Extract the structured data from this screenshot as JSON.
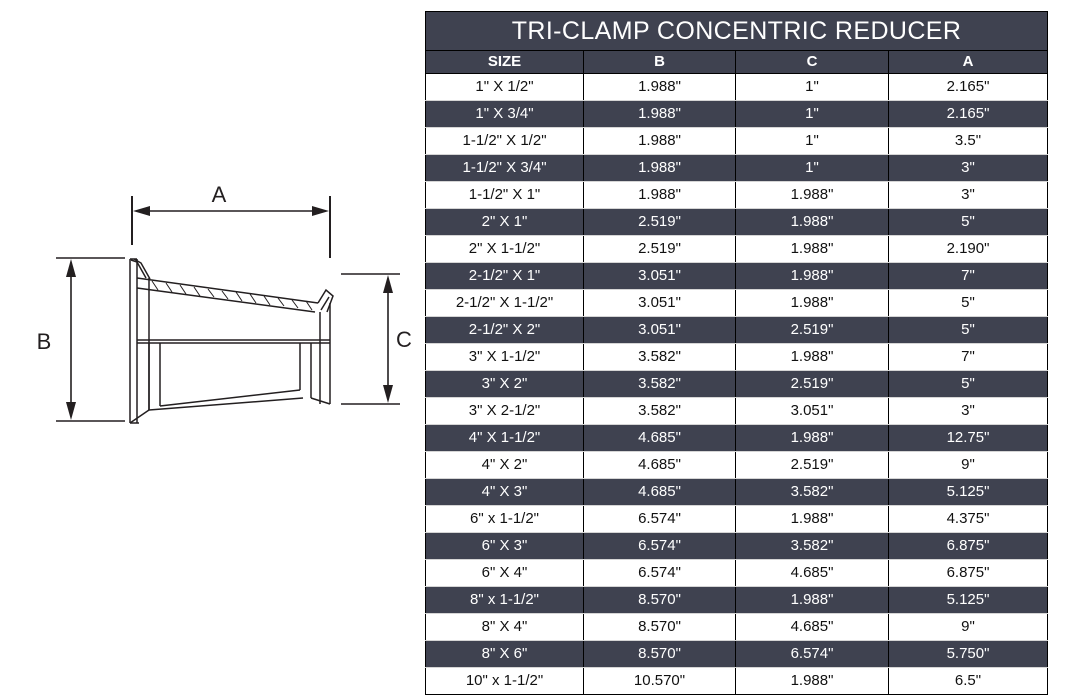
{
  "drawing": {
    "title": "tri-clamp-concentric-reducer-drawing",
    "dimension_labels": {
      "length": "A",
      "large_end": "B",
      "small_end": "C"
    }
  },
  "table": {
    "title": "TRI-CLAMP CONCENTRIC REDUCER",
    "columns": [
      "SIZE",
      "B",
      "C",
      "A"
    ],
    "rows": [
      [
        "1\" X 1/2\"",
        "1.988\"",
        "1\"",
        "2.165\""
      ],
      [
        "1\" X 3/4\"",
        "1.988\"",
        "1\"",
        "2.165\""
      ],
      [
        "1-1/2\" X 1/2\"",
        "1.988\"",
        "1\"",
        "3.5\""
      ],
      [
        "1-1/2\" X 3/4\"",
        "1.988\"",
        "1\"",
        "3\""
      ],
      [
        "1-1/2\" X 1\"",
        "1.988\"",
        "1.988\"",
        "3\""
      ],
      [
        "2\" X 1\"",
        "2.519\"",
        "1.988\"",
        "5\""
      ],
      [
        "2\" X 1-1/2\"",
        "2.519\"",
        "1.988\"",
        "2.190\""
      ],
      [
        "2-1/2\" X 1\"",
        "3.051\"",
        "1.988\"",
        "7\""
      ],
      [
        "2-1/2\" X 1-1/2\"",
        "3.051\"",
        "1.988\"",
        "5\""
      ],
      [
        "2-1/2\" X 2\"",
        "3.051\"",
        "2.519\"",
        "5\""
      ],
      [
        "3\" X 1-1/2\"",
        "3.582\"",
        "1.988\"",
        "7\""
      ],
      [
        "3\" X 2\"",
        "3.582\"",
        "2.519\"",
        "5\""
      ],
      [
        "3\" X 2-1/2\"",
        "3.582\"",
        "3.051\"",
        "3\""
      ],
      [
        "4\" X 1-1/2\"",
        "4.685\"",
        "1.988\"",
        "12.75\""
      ],
      [
        "4\" X 2\"",
        "4.685\"",
        "2.519\"",
        "9\""
      ],
      [
        "4\" X 3\"",
        "4.685\"",
        "3.582\"",
        "5.125\""
      ],
      [
        "6\" x 1-1/2\"",
        "6.574\"",
        "1.988\"",
        "4.375\""
      ],
      [
        "6\" X 3\"",
        "6.574\"",
        "3.582\"",
        "6.875\""
      ],
      [
        "6\" X 4\"",
        "6.574\"",
        "4.685\"",
        "6.875\""
      ],
      [
        "8\" x 1-1/2\"",
        "8.570\"",
        "1.988\"",
        "5.125\""
      ],
      [
        "8\" X 4\"",
        "8.570\"",
        "4.685\"",
        "9\""
      ],
      [
        "8\" X 6\"",
        "8.570\"",
        "6.574\"",
        "5.750\""
      ],
      [
        "10\" x 1-1/2\"",
        "10.570\"",
        "1.988\"",
        "6.5\""
      ]
    ]
  },
  "colors": {
    "header_bg": "#3f4250",
    "header_text": "#ffffff",
    "row_light_bg": "#ffffff",
    "row_dark_bg": "#3f4250",
    "border": "#000000",
    "drawing_line": "#231f20"
  }
}
